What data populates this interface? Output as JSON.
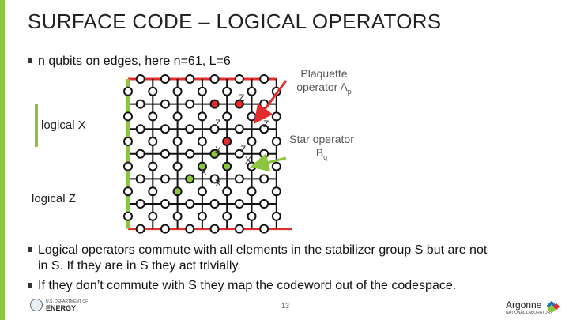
{
  "slide": {
    "title": "SURFACE CODE – LOGICAL OPERATORS",
    "bullet1": "n qubits on edges, here n=61, L=6",
    "bullet2_line1": "Logical operators commute with all elements in the stabilizer group S but are not",
    "bullet2_line2": "in S. If they are in S they act trivially.",
    "bullet3": "If they don’t commute with S they map the codeword out of the codespace.",
    "page_number": "13"
  },
  "diagram": {
    "logical_x_label": "logical X",
    "logical_z_label": "logical Z",
    "plaquette_label": "Plaquette operator A",
    "plaquette_sub": "p",
    "star_label": "Star operator B",
    "star_sub": "q",
    "z_label": "Z",
    "x_label": "X",
    "colors": {
      "accent_green": "#8cc63f",
      "logical_red": "#e32d2d",
      "lattice": "#111111"
    }
  },
  "footer": {
    "doe_label": "ENERGY",
    "doe_small": "U.S. DEPARTMENT OF",
    "argonne_label": "Argonne",
    "argonne_small": "NATIONAL LABORATORY"
  }
}
